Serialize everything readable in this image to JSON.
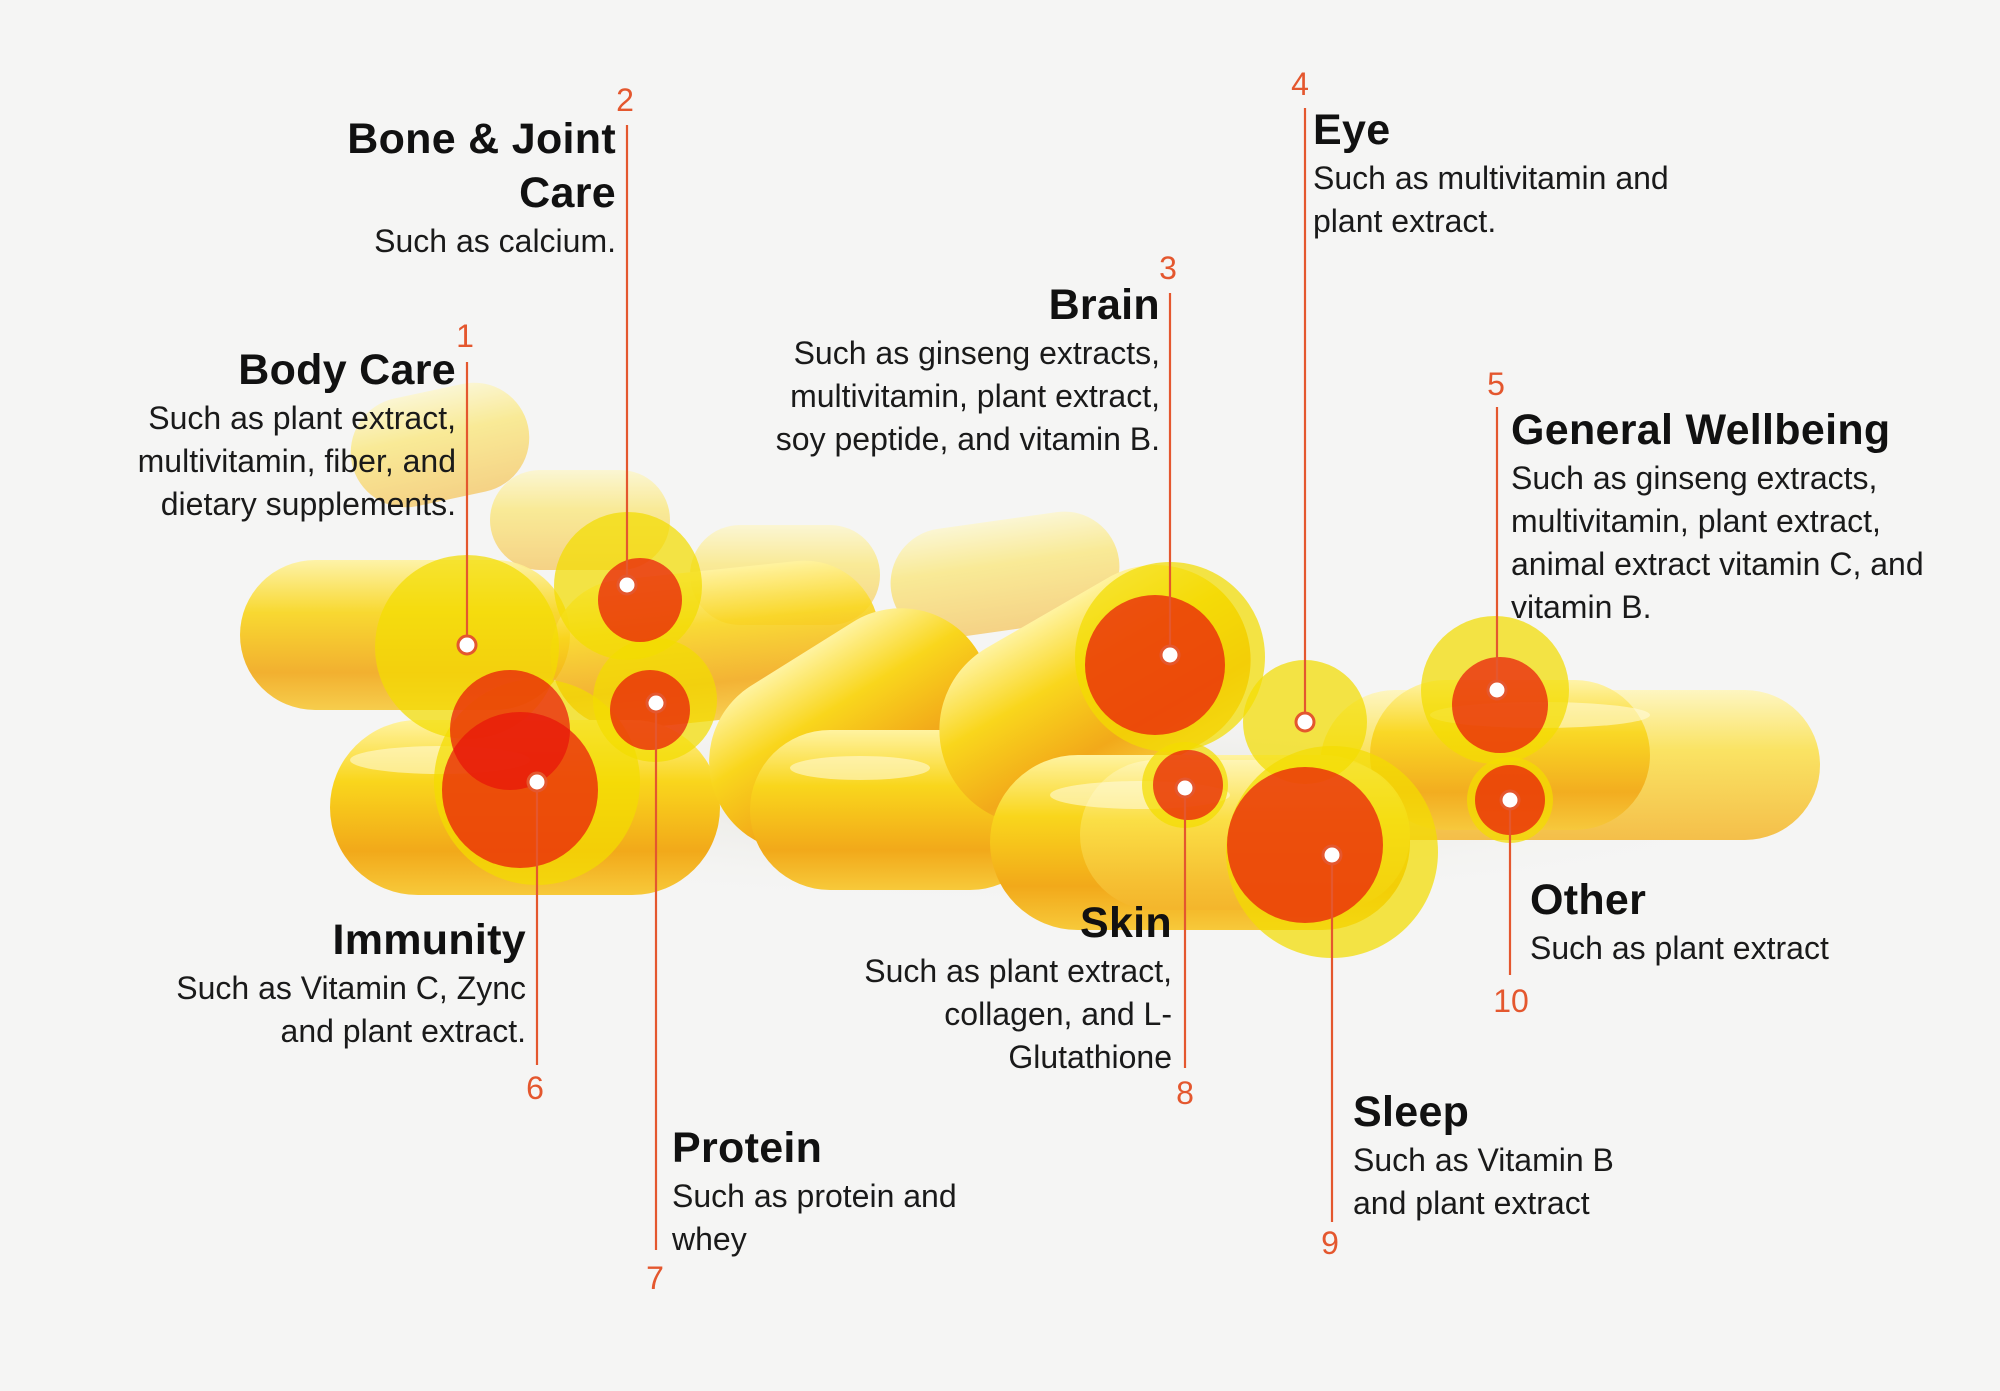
{
  "colors": {
    "background": "#f5f5f4",
    "accent_line": "#e4572e",
    "pill_light": "#f7d21a",
    "pill_dark": "#f2a01e",
    "bubble_yellow": "#f2dd00",
    "bubble_red": "#e8120a"
  },
  "image_content": "yellow softgel capsules with yellow and red translucent bubbles marking each category",
  "categories": [
    {
      "number": "1",
      "title": "Body Care",
      "description": "Such as plant extract, multivitamin, fiber, and dietary supplements."
    },
    {
      "number": "2",
      "title": "Bone & Joint Care",
      "description": "Such as calcium."
    },
    {
      "number": "3",
      "title": "Brain",
      "description": "Such as ginseng extracts, multivitamin, plant extract, soy peptide, and vitamin B."
    },
    {
      "number": "4",
      "title": "Eye",
      "description": "Such as multivitamin and plant extract."
    },
    {
      "number": "5",
      "title": "General Wellbeing",
      "description": "Such as ginseng extracts, multivitamin, plant extract, animal extract vitamin C, and vitamin B."
    },
    {
      "number": "6",
      "title": "Immunity",
      "description": "Such as Vitamin C, Zync and plant extract."
    },
    {
      "number": "7",
      "title": "Protein",
      "description": "Such as protein and whey"
    },
    {
      "number": "8",
      "title": "Skin",
      "description": "Such as plant extract, collagen, and L-Glutathione"
    },
    {
      "number": "9",
      "title": "Sleep",
      "description": "Such as Vitamin B and plant extract"
    },
    {
      "number": "10",
      "title": "Other",
      "description": "Such as plant extract"
    }
  ]
}
